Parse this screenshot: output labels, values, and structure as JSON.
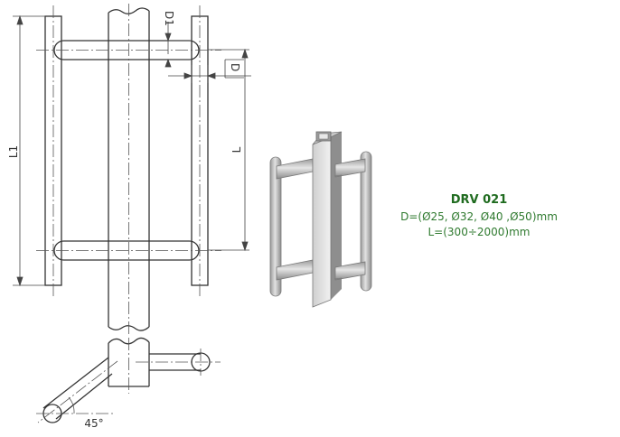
{
  "drawing": {
    "dim_labels": {
      "d1": "D1",
      "d": "D",
      "l": "L",
      "l1": "L1",
      "angle": "45°"
    }
  },
  "spec": {
    "code": "DRV 021",
    "diameters": "D=(Ø25, Ø32, Ø40 ,Ø50)mm",
    "length": "L=(300÷2000)mm"
  },
  "colors": {
    "line": "#333333",
    "dashdot": "#555555",
    "spec_text": "#2f7a2f",
    "metal_light": "#d9d9d9",
    "metal_mid": "#b5b5b5",
    "metal_dark": "#8e8e8e"
  }
}
